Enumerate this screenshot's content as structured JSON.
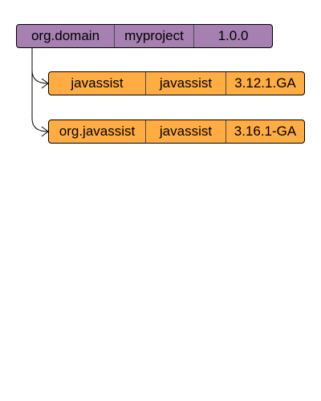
{
  "colors": {
    "root_fill": "#a680b0",
    "dependency_fill": "#ffad42",
    "border": "#000000"
  },
  "root": {
    "group": "org.domain",
    "artifact": "myproject",
    "version": "1.0.0"
  },
  "dependencies": [
    {
      "group": "javassist",
      "artifact": "javassist",
      "version": "3.12.1.GA"
    },
    {
      "group": "org.javassist",
      "artifact": "javassist",
      "version": "3.16.1-GA"
    }
  ]
}
